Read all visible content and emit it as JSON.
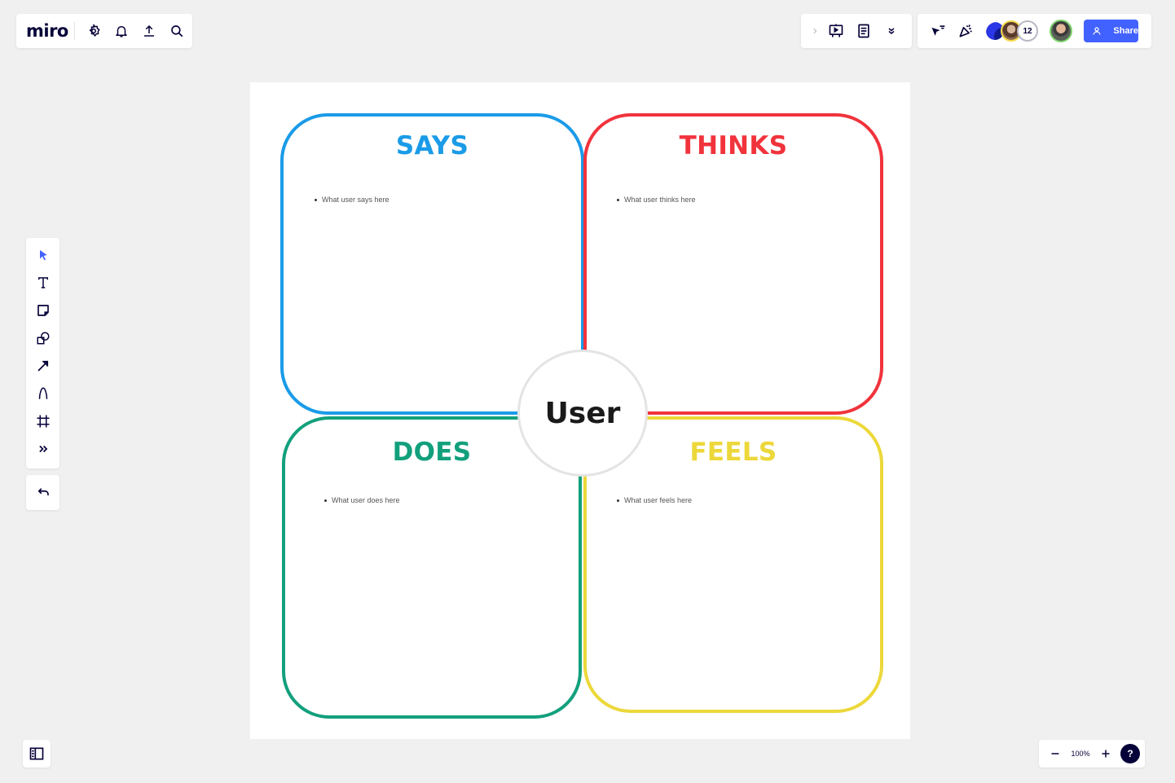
{
  "topbar": {
    "logo": "miro",
    "left_icons": [
      "settings-icon",
      "notifications-icon",
      "upload-icon",
      "search-icon"
    ],
    "right_group1": [
      "chevron-right-icon",
      "presentation-icon",
      "notes-icon",
      "chevrons-down-icon"
    ],
    "right_group2": [
      "cursor-follow-icon",
      "celebrate-icon"
    ],
    "collaborators_count": "12",
    "share_label": "Share"
  },
  "toolbar": {
    "tools": [
      "select",
      "text",
      "sticky-note",
      "shapes",
      "connector",
      "pen",
      "frame",
      "more"
    ],
    "undo": "undo"
  },
  "zoom": {
    "minus": "−",
    "level": "100%",
    "plus": "+",
    "help": "?"
  },
  "board": {
    "center_label": "User",
    "quadrants": [
      {
        "title": "SAYS",
        "bullet": "What user says here",
        "color": "#1a9be8"
      },
      {
        "title": "THINKS",
        "bullet": "What user thinks here",
        "color": "#f1333c"
      },
      {
        "title": "DOES",
        "bullet": "What user does here",
        "color": "#12a07c"
      },
      {
        "title": "FEELS",
        "bullet": "What user feels here",
        "color": "#ecd83a"
      }
    ]
  }
}
